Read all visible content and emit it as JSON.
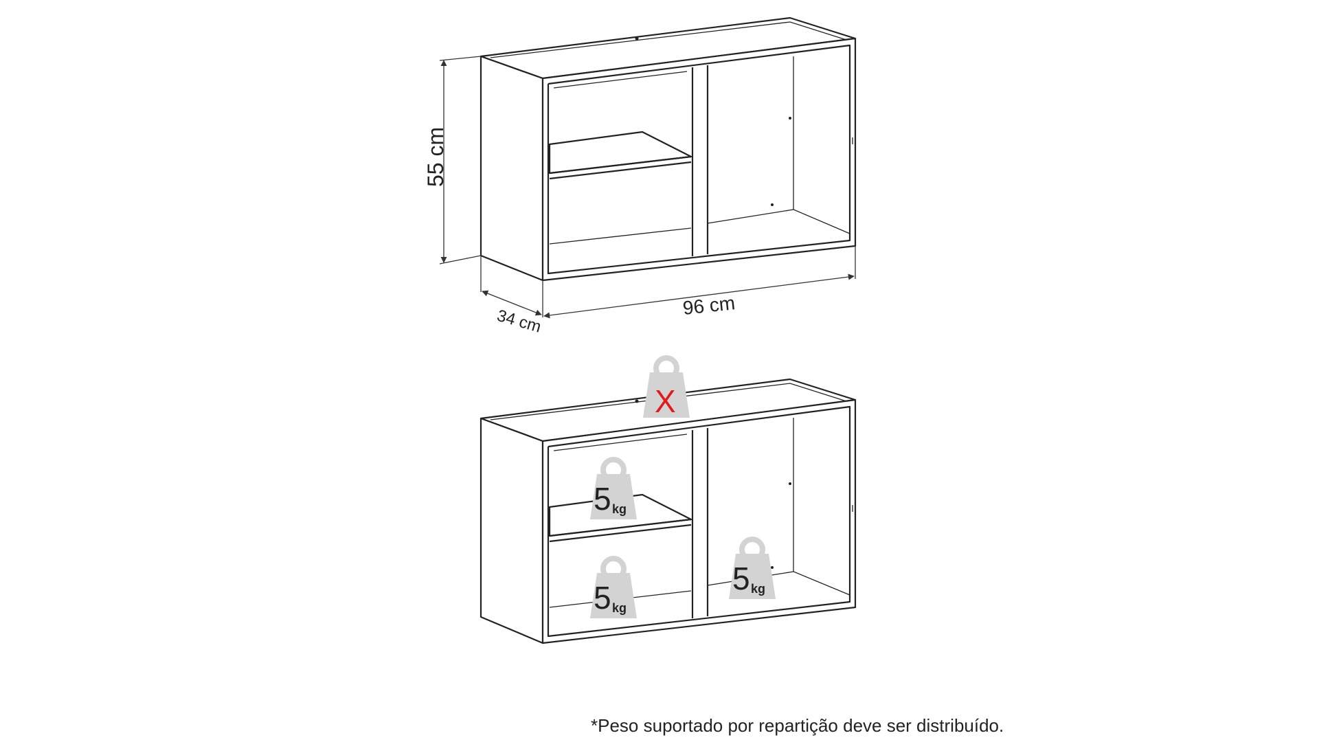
{
  "dimensions": {
    "height_label": "55 cm",
    "depth_label": "34 cm",
    "width_label": "96 cm"
  },
  "load_markers": [
    {
      "value": "",
      "symbol": "X",
      "unit": ""
    },
    {
      "value": "5",
      "unit": "kg"
    },
    {
      "value": "5",
      "unit": "kg"
    },
    {
      "value": "5",
      "unit": "kg"
    }
  ],
  "colors": {
    "line": "#222222",
    "weight_fill": "#d3d3d3",
    "forbidden_mark": "#e01b1b"
  },
  "footnote": "*Peso suportado por repartição deve ser distribuído."
}
